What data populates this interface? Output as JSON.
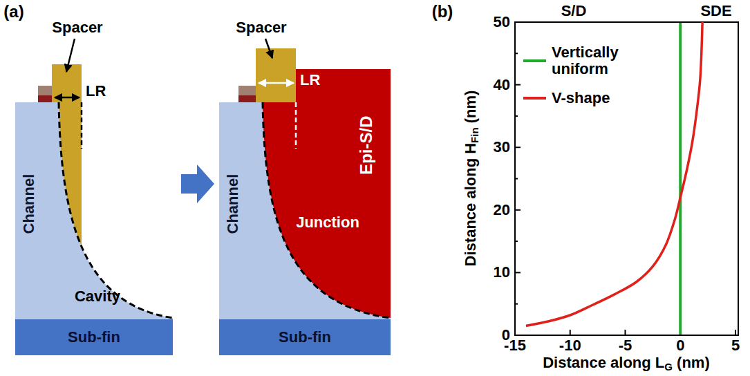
{
  "diagram": {
    "nodes": [
      {
        "text": [
          "Sub-fin"
        ]
      },
      {
        "text": [
          "Channel"
        ]
      },
      {
        "text": [
          "Cavity"
        ]
      },
      {
        "text": [
          "Sub-fin"
        ]
      },
      {
        "text": [
          "Channel"
        ]
      },
      {
        "text": [
          "Epi-S/D"
        ]
      }
    ],
    "labels": [
      "(a)",
      "Spacer",
      "LR",
      "Spacer",
      "LR",
      "Junction",
      "(b)",
      "S/D",
      "SDE",
      "50",
      "40",
      "30",
      "20",
      "10",
      "0",
      "-15",
      "-10",
      "-5",
      "0",
      "5",
      "Distance along H",
      "Fin",
      "(nm)",
      "Distance along L",
      "G",
      "(nm)"
    ],
    "legend": [
      {
        "text": "Vertically uniform"
      },
      {
        "text": "V-shape"
      }
    ]
  }
}
